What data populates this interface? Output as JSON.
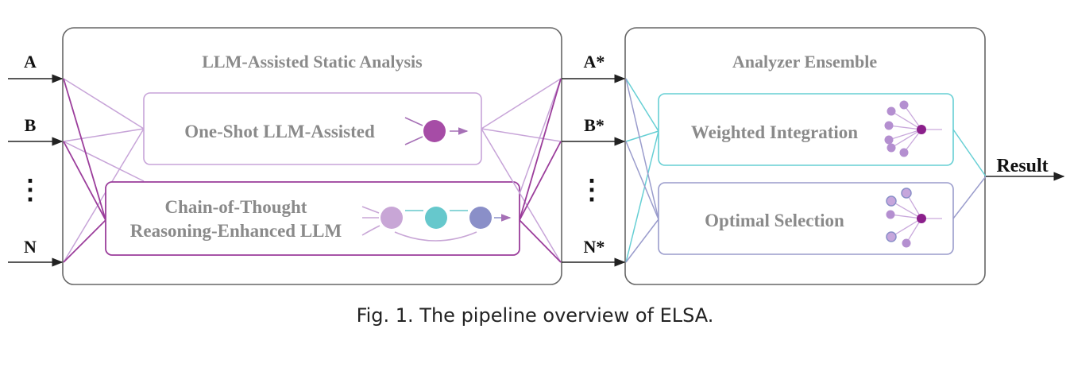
{
  "figure": {
    "caption": "Fig. 1.  The pipeline overview of ELSA."
  },
  "inputs": [
    "A",
    "B",
    "N"
  ],
  "input_ellipsis": "⋮",
  "outputs": [
    "A*",
    "B*",
    "N*"
  ],
  "output_ellipsis": "⋮",
  "left_panel": {
    "title": "LLM-Assisted Static Analysis",
    "one_shot": {
      "label": "One-Shot LLM-Assisted"
    },
    "cot": {
      "label_line1": "Chain-of-Thought",
      "label_line2": "Reasoning-Enhanced LLM"
    }
  },
  "right_panel": {
    "title": "Analyzer Ensemble",
    "weighted": {
      "label": "Weighted Integration"
    },
    "optimal": {
      "label": "Optimal Selection"
    }
  },
  "result_label": "Result",
  "colors": {
    "panel_border": "#666666",
    "title_text": "#8a8a8a",
    "one_shot": "#c7a4d8",
    "one_shot_node": "#a64ca6",
    "cot": "#9b3d9b",
    "cot_node1": "#c8a6d6",
    "cot_node2": "#66c8cc",
    "cot_node3": "#8a8fc8",
    "weighted": "#66cfd4",
    "optimal": "#9a9ccc",
    "weighted_node": "#8b1f8b",
    "leaf_node": "#b48fd0"
  }
}
